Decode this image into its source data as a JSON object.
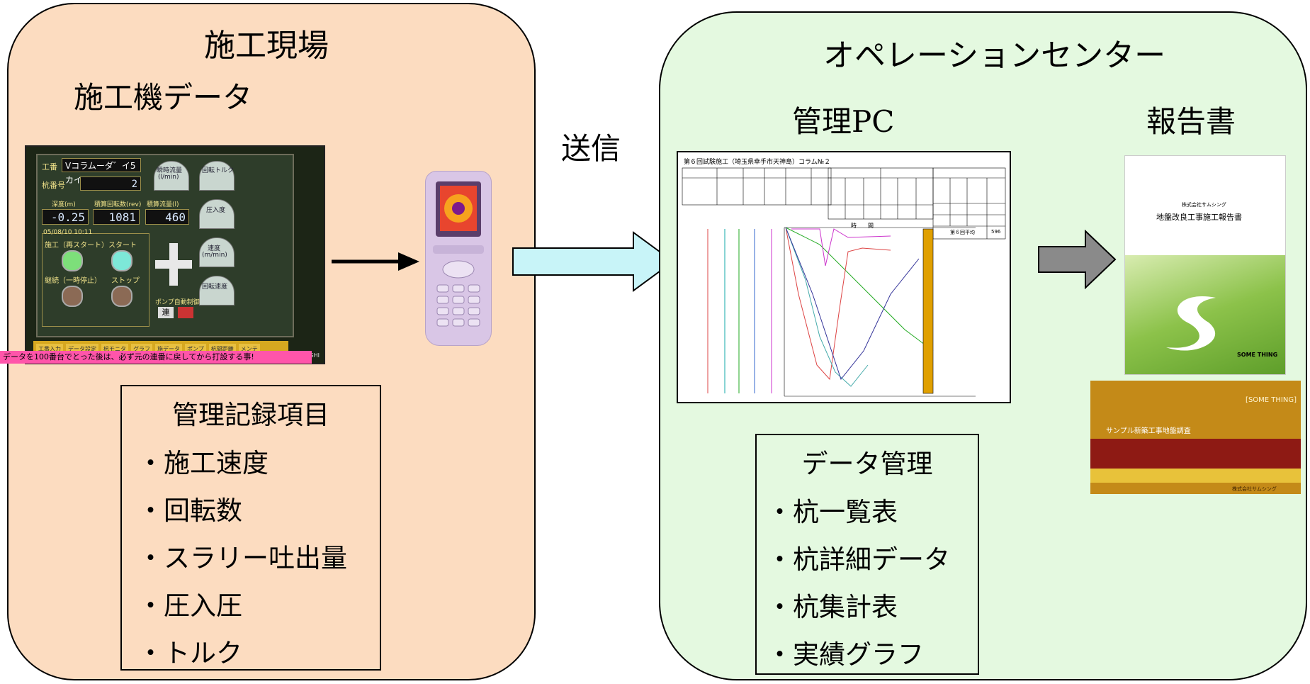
{
  "left_panel": {
    "title": "施工現場",
    "subtitle": "施工機データ",
    "machine_screen": {
      "label_kouban": "工番",
      "kouban_value": "Vコラムーダ゛イ5カイ",
      "label_kuiban": "杭番号",
      "kuiban_value": "2",
      "label_depth": "深度(m)",
      "depth_value": "-0.25",
      "label_rev": "積算回転数(rev)",
      "rev_value": "1081",
      "label_flow_total": "積算流量(l)",
      "flow_total_value": "460",
      "label_flow_rate": "瞬時流量",
      "label_flow_rate_unit": "(l/min)",
      "label_torque": "回転トルク",
      "label_pressure": "圧入度",
      "label_speed": "速度",
      "label_speed_unit": "(m/min)",
      "label_slide": "回転速度",
      "timestamp": "05/08/10 10:11",
      "btn_start_restart": "施工（再スタート）",
      "btn_start": "スタート",
      "btn_pause": "継続（一時停止）",
      "btn_stop": "ストップ",
      "label_pump": "ポンプ自動制御",
      "pump_on": "連",
      "footer_tabs": [
        "工番入力",
        "データ設定",
        "杭モニタ",
        "グラフ",
        "施データ",
        "ポンプ",
        "杭間距離",
        "メンテ"
      ],
      "warning": "データを100番台でとった後は、必ず元の連番に戻してから打設する事!",
      "maker": "MITSUBISHI"
    },
    "records_box": {
      "heading": "管理記録項目",
      "items": [
        "・施工速度",
        "・回転数",
        "・スラリー吐出量",
        "・圧入圧",
        "・トルク"
      ]
    }
  },
  "send_label": "送信",
  "right_panel": {
    "title": "オペレーションセンター",
    "pc_label": "管理PC",
    "report_label": "報告書",
    "sheet": {
      "title": "第６回試験施工（埼玉県幸手市天神島）コラム№２",
      "time_label": "時　　間",
      "avg_label": "第６回平均",
      "avg_value": "596"
    },
    "report_cover": {
      "company": "株式会社サムシング",
      "title": "地盤改良工事施工報告書",
      "brand": "SOME THING"
    },
    "web": {
      "brand": "[SOME THING]",
      "title": "サンプル新築工事地盤調査",
      "company": "株式会社サムシング"
    },
    "data_box": {
      "heading": "データ管理",
      "items": [
        "・杭一覧表",
        "・杭詳細データ",
        "・杭集計表",
        "・実績グラフ"
      ]
    }
  },
  "colors": {
    "left_panel_bg": "#fcdcc0",
    "right_panel_bg": "#e4f9e0",
    "send_arrow": "#c8f4f8",
    "report_arrow": "#8a8a8a"
  }
}
